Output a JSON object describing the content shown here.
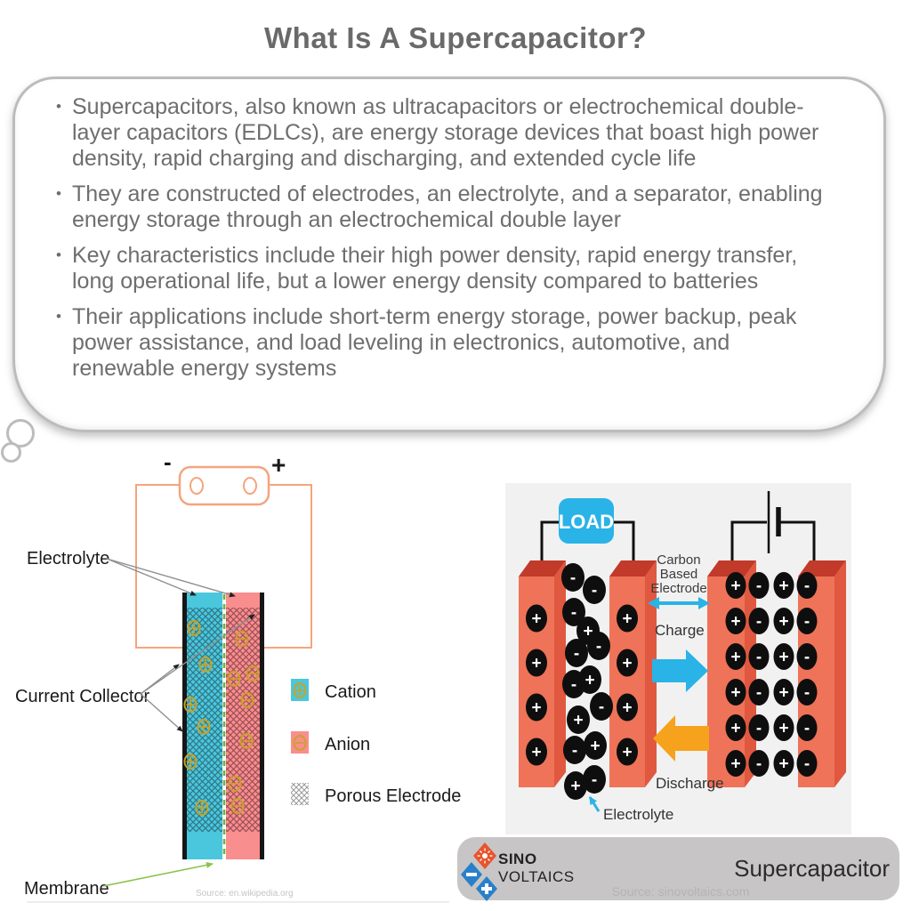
{
  "title": "What Is A Supercapacitor?",
  "bullet_char": "•",
  "bullets": [
    "Supercapacitors, also known as ultracapacitors or electrochemical double-layer capacitors (EDLCs), are energy storage devices that boast high power density, rapid charging and discharging, and extended cycle life",
    "They are constructed of electrodes, an electrolyte, and a separator, enabling energy storage through an electrochemical double layer",
    "Key characteristics include their high power density, rapid energy transfer, long operational life, but a lower energy density compared to batteries",
    "Their applications include short-term energy storage, power backup, peak power assistance, and load leveling in electronics, automotive, and renewable energy systems"
  ],
  "symbols": {
    "plus": "+",
    "minus": "-"
  },
  "left_diagram": {
    "minus_terminal": "-",
    "plus_terminal": "+",
    "electrolyte_label": "Electrolyte",
    "current_collector_label": "Current Collector",
    "membrane_label": "Membrane",
    "legend": {
      "cation": "Cation",
      "anion": "Anion",
      "porous_electrode": "Porous Electrode"
    },
    "source": "Source: en.wikipedia.org",
    "colors": {
      "wire": "#f4a57c",
      "cation_fill": "#4ac7dd",
      "anion_fill": "#f98e8e",
      "ion_stroke": "#c9a227",
      "membrane_green": "#6cb33f",
      "collector_black": "#161616"
    }
  },
  "right_diagram": {
    "load_label": "LOAD",
    "carbon_lines": [
      "Carbon",
      "Based",
      "Electrode"
    ],
    "charge_label": "Charge",
    "discharge_label": "Discharge",
    "electrolyte_label": "Electrolyte",
    "colors": {
      "panel": "#f1f1f1",
      "electrode_front": "#ef7358",
      "electrode_top": "#c13a2a",
      "electrode_side": "#e0583f",
      "blue": "#29b3e6",
      "orange": "#f6a21d",
      "ion_black": "#0e0e0e"
    }
  },
  "footer": {
    "brand_line1": "SINO",
    "brand_line2": "VOLTAICS",
    "product": "Supercapacitor",
    "source": "Source: sinovoltaics.com",
    "bar_color": "#c7c5c6",
    "logo_orange": "#e8542e",
    "logo_blue": "#2980c9"
  }
}
